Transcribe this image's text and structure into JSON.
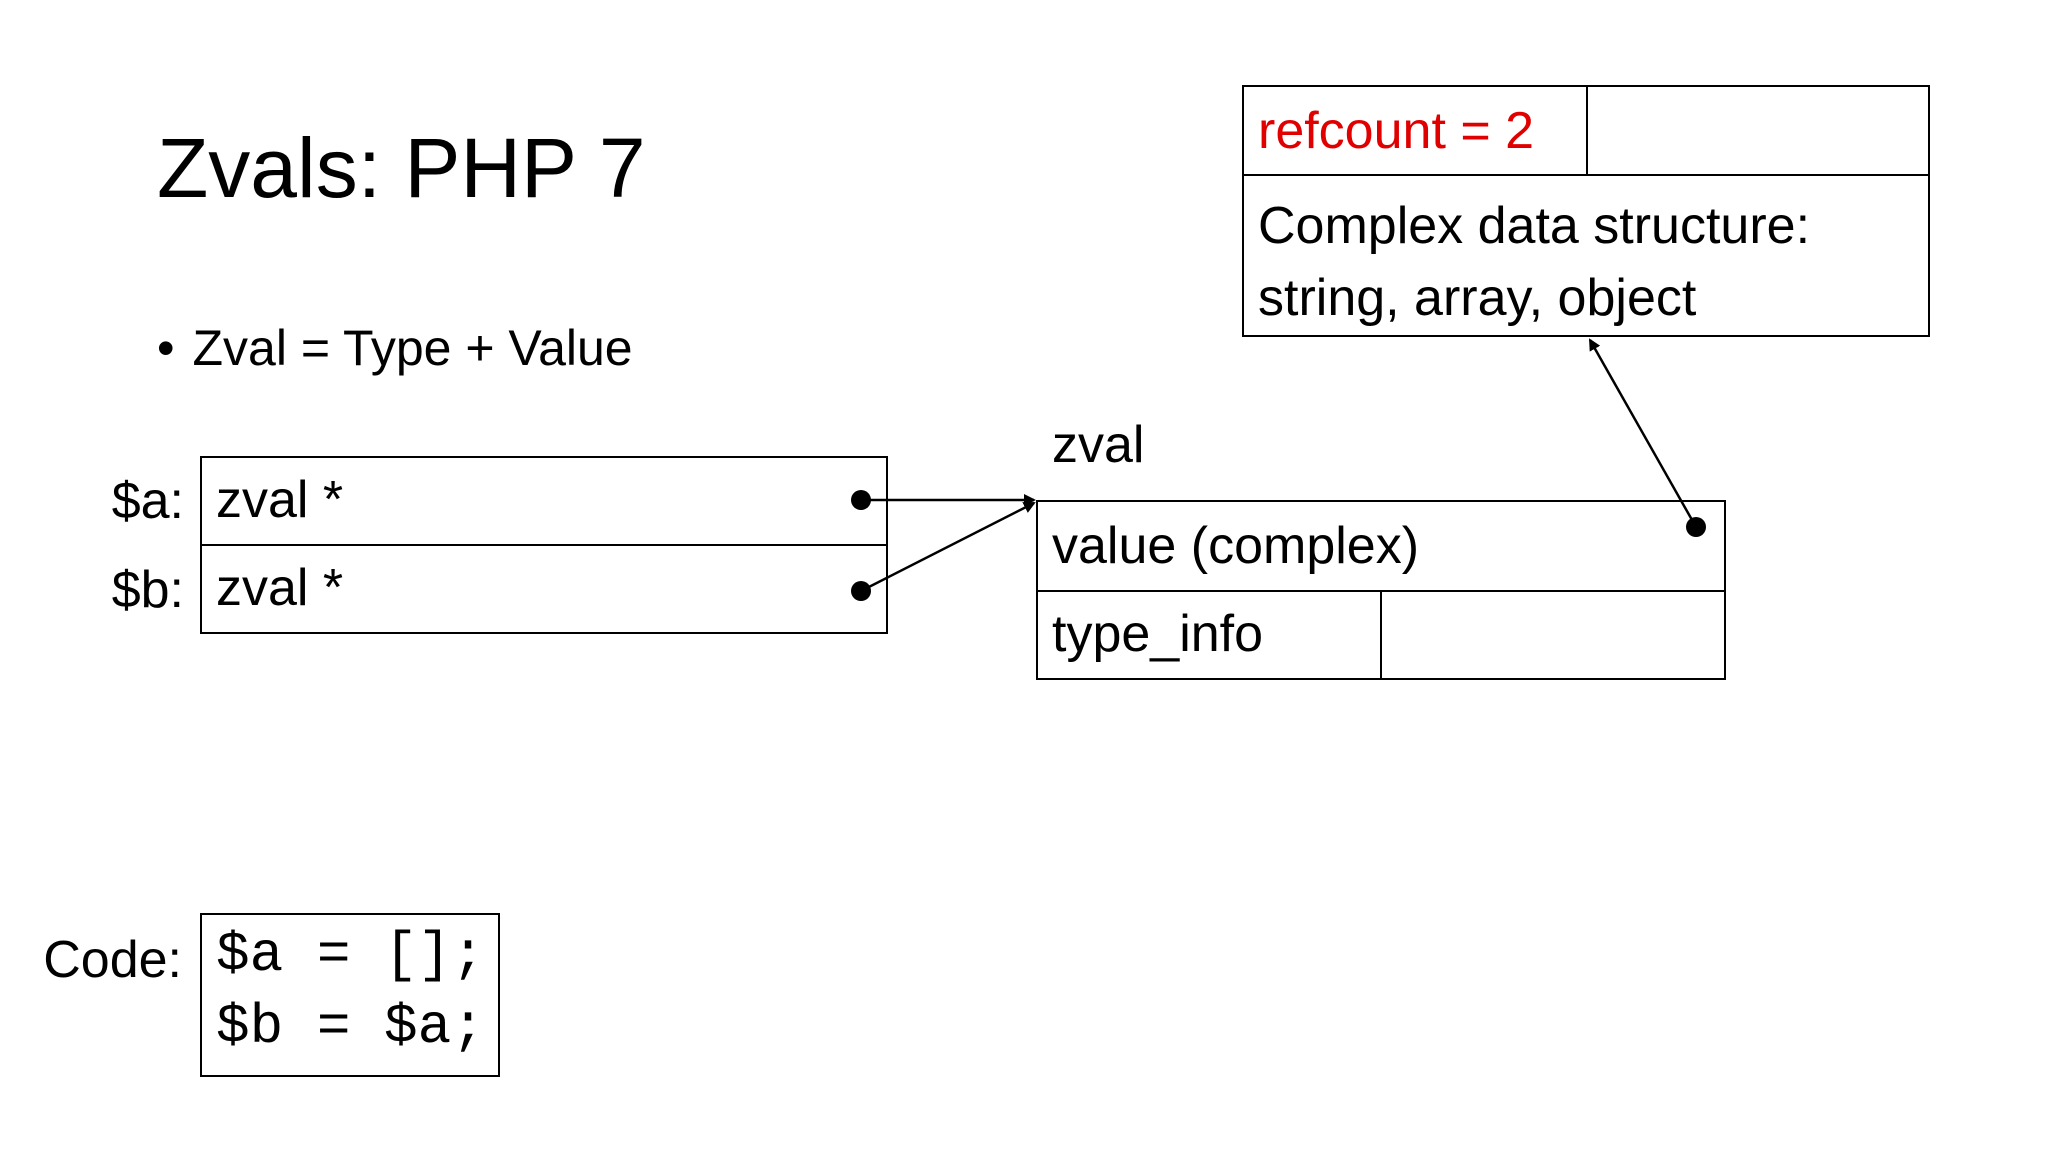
{
  "slide": {
    "title": "Zvals: PHP 7",
    "bullet": "Zval = Type + Value"
  },
  "pointer_table": {
    "a_label": "$a:",
    "b_label": "$b:",
    "a_cell": "zval *",
    "b_cell": "zval *"
  },
  "zval": {
    "label": "zval",
    "value_cell": "value (complex)",
    "type_cell": "type_info"
  },
  "complex": {
    "refcount": "refcount = 2",
    "description_line1": "Complex data structure:",
    "description_line2": "string, array, object"
  },
  "code": {
    "label": "Code:",
    "line1": "$a = [];",
    "line2": "$b = $a;"
  },
  "colors": {
    "refcount": "#e00000",
    "lines": "#000000"
  }
}
